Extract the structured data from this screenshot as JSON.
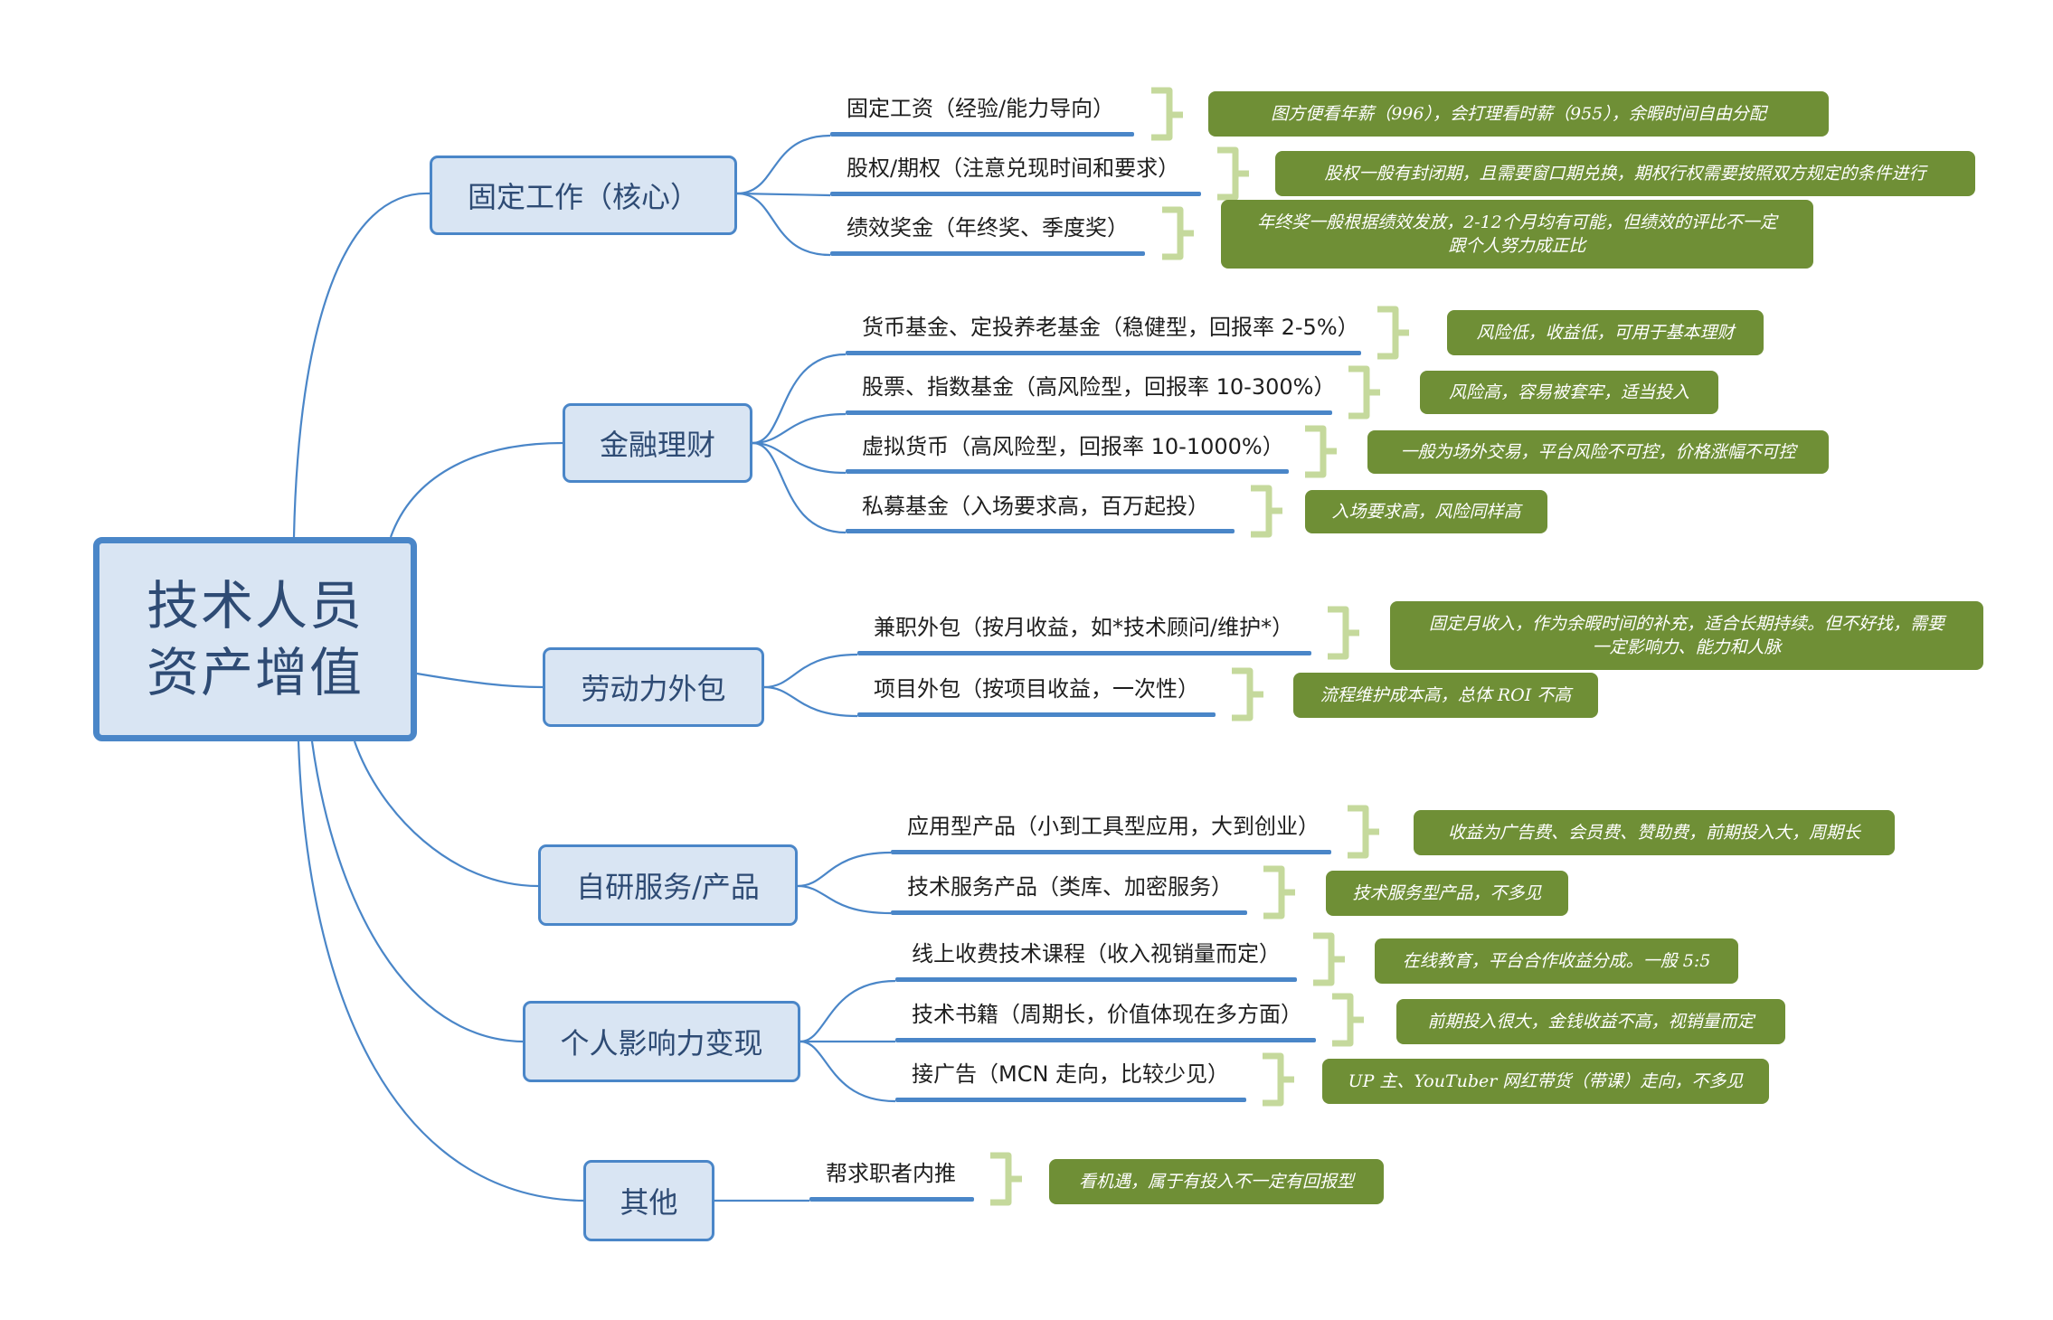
{
  "root": {
    "line1": "技术人员",
    "line2": "资产增值"
  },
  "branches": [
    {
      "label": "固定工作（核心）",
      "leaves": [
        {
          "text": "固定工资（经验/能力导向）",
          "note": "图方便看年薪（996），会打理看时薪（955），余暇时间自由分配"
        },
        {
          "text": "股权/期权（注意兑现时间和要求）",
          "note": "股权一般有封闭期，且需要窗口期兑换，期权行权需要按照双方规定的条件进行"
        },
        {
          "text": "绩效奖金（年终奖、季度奖）",
          "note_line1": "年终奖一般根据绩效发放，2-12个月均有可能，但绩效的评比不一定",
          "note_line2": "跟个人努力成正比"
        }
      ]
    },
    {
      "label": "金融理财",
      "leaves": [
        {
          "text": "货币基金、定投养老基金（稳健型，回报率 2-5%）",
          "note": "风险低，收益低，可用于基本理财"
        },
        {
          "text": "股票、指数基金（高风险型，回报率 10-300%）",
          "note": "风险高，容易被套牢，适当投入"
        },
        {
          "text": "虚拟货币（高风险型，回报率 10-1000%）",
          "note": "一般为场外交易，平台风险不可控，价格涨幅不可控"
        },
        {
          "text": "私募基金（入场要求高，百万起投）",
          "note": "入场要求高，风险同样高"
        }
      ]
    },
    {
      "label": "劳动力外包",
      "leaves": [
        {
          "text": "兼职外包（按月收益，如*技术顾问/维护*）",
          "note_line1": "固定月收入，作为余暇时间的补充，适合长期持续。但不好找，需要",
          "note_line2": "一定影响力、能力和人脉"
        },
        {
          "text": "项目外包（按项目收益，一次性）",
          "note": "流程维护成本高，总体 ROI 不高"
        }
      ]
    },
    {
      "label": "自研服务/产品",
      "leaves": [
        {
          "text": "应用型产品（小到工具型应用，大到创业）",
          "note": "收益为广告费、会员费、赞助费，前期投入大，周期长"
        },
        {
          "text": "技术服务产品（类库、加密服务）",
          "note": "技术服务型产品，不多见"
        }
      ]
    },
    {
      "label": "个人影响力变现",
      "leaves": [
        {
          "text": "线上收费技术课程（收入视销量而定）",
          "note": "在线教育，平台合作收益分成。一般 5:5"
        },
        {
          "text": "技术书籍（周期长，价值体现在多方面）",
          "note": "前期投入很大，金钱收益不高，视销量而定"
        },
        {
          "text": "接广告（MCN 走向，比较少见）",
          "note": "UP 主、YouTuber 网红带货（带课）走向，不多见"
        }
      ]
    },
    {
      "label": "其他",
      "leaves": [
        {
          "text": "帮求职者内推",
          "note": "看机遇，属于有投入不一定有回报型"
        }
      ]
    }
  ],
  "colors": {
    "branch_border": "#4a86c8",
    "branch_fill": "#d9e5f3",
    "branch_text": "#2e4b74",
    "note_fill": "#6f8f36",
    "bracket": "#c5d99c",
    "connector": "#4a86c8"
  }
}
